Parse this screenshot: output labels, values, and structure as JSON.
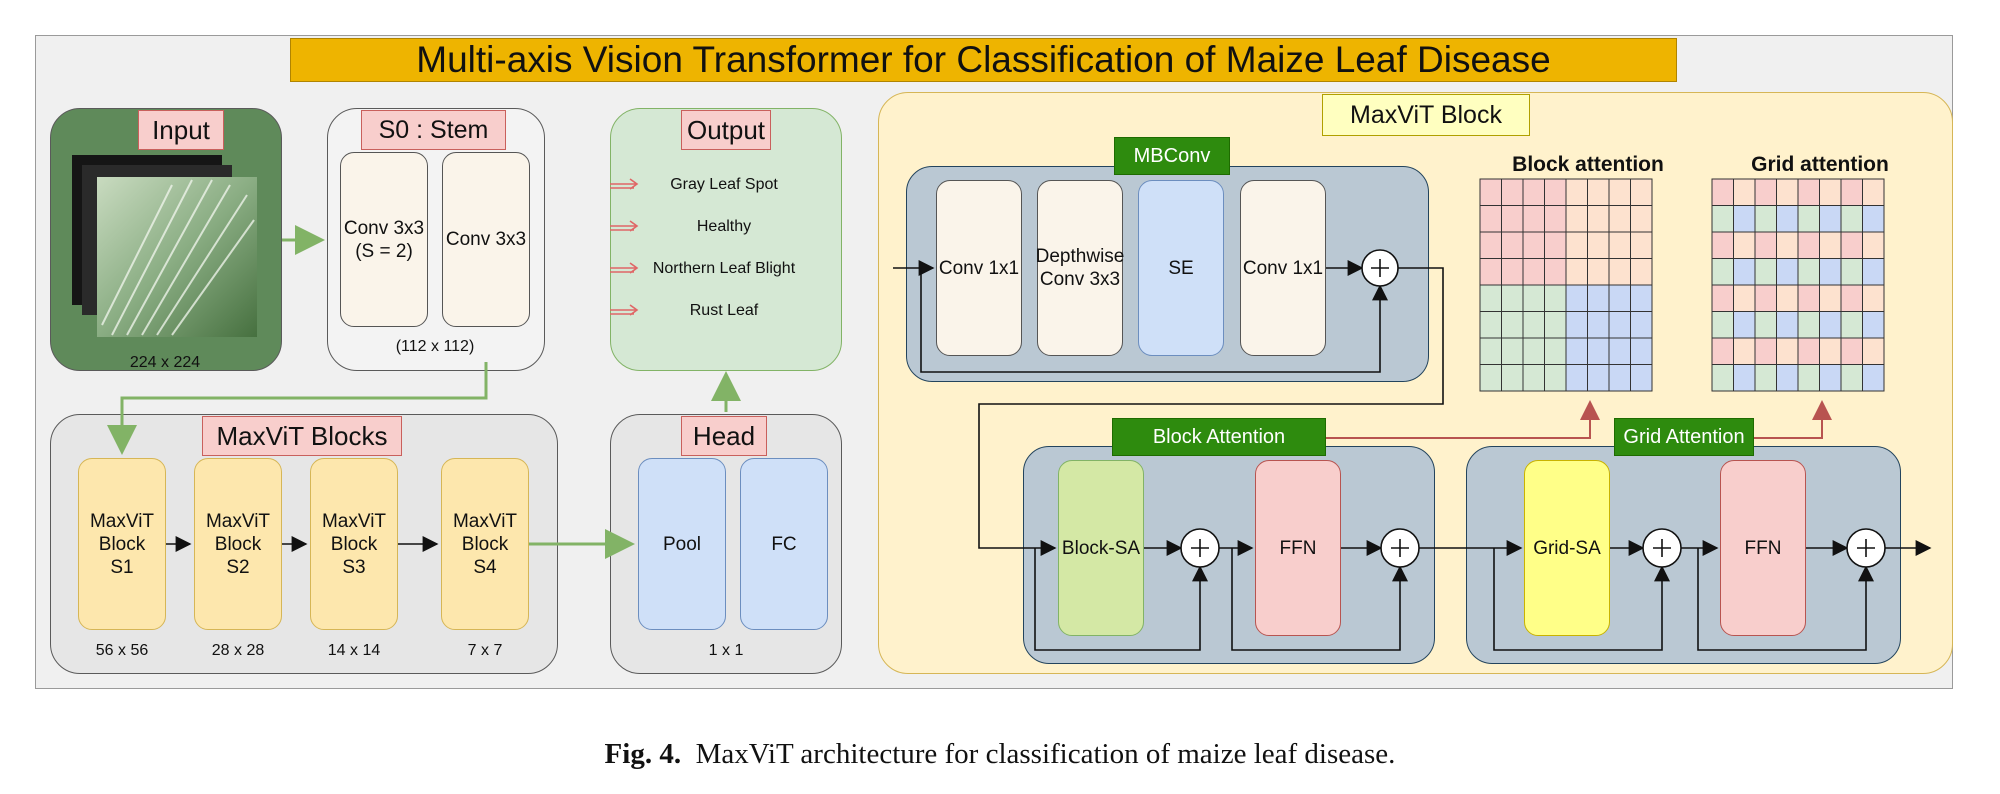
{
  "title": "Multi-axis Vision Transformer for Classification of Maize Leaf Disease",
  "input": {
    "label": "Input",
    "size": "224 x 224"
  },
  "stem": {
    "label": "S0 : Stem",
    "conv1": "Conv 3x3\n(S = 2)",
    "conv2": "Conv 3x3",
    "size": "(112 x 112)"
  },
  "output": {
    "label": "Output",
    "classes": [
      "Gray Leaf Spot",
      "Healthy",
      "Northern Leaf Blight",
      "Rust Leaf"
    ]
  },
  "blocks": {
    "label": "MaxViT Blocks",
    "items": [
      {
        "name": "MaxViT\nBlock\nS1",
        "size": "56 x 56"
      },
      {
        "name": "MaxViT\nBlock\nS2",
        "size": "28 x 28"
      },
      {
        "name": "MaxViT\nBlock\nS3",
        "size": "14 x 14"
      },
      {
        "name": "MaxViT\nBlock\nS4",
        "size": "7 x 7"
      }
    ]
  },
  "head": {
    "label": "Head",
    "pool": "Pool",
    "fc": "FC",
    "size": "1 x 1"
  },
  "maxvit_block": {
    "label": "MaxViT Block",
    "mbconv": {
      "label": "MBConv",
      "items": [
        "Conv 1x1",
        "Depthwise\nConv 3x3",
        "SE",
        "Conv 1x1"
      ]
    },
    "block_attention": {
      "label": "Block Attention",
      "sa": "Block-SA",
      "ffn": "FFN"
    },
    "grid_attention": {
      "label": "Grid Attention",
      "sa": "Grid-SA",
      "ffn": "FFN"
    },
    "block_attention_title": "Block attention",
    "grid_attention_title": "Grid attention"
  },
  "colors": {
    "title_bg": "#eeb400",
    "tag_green": "#2e8b0e",
    "slate": "#bac8d3",
    "panel_yellow": "#fff2cc",
    "cell_pink": "#f8cecc",
    "cell_green": "#d5e8d4",
    "cell_blue": "#c9d8f5"
  },
  "caption": {
    "prefix": "Fig. 4.",
    "text": "MaxViT architecture for classification of maize leaf disease."
  }
}
